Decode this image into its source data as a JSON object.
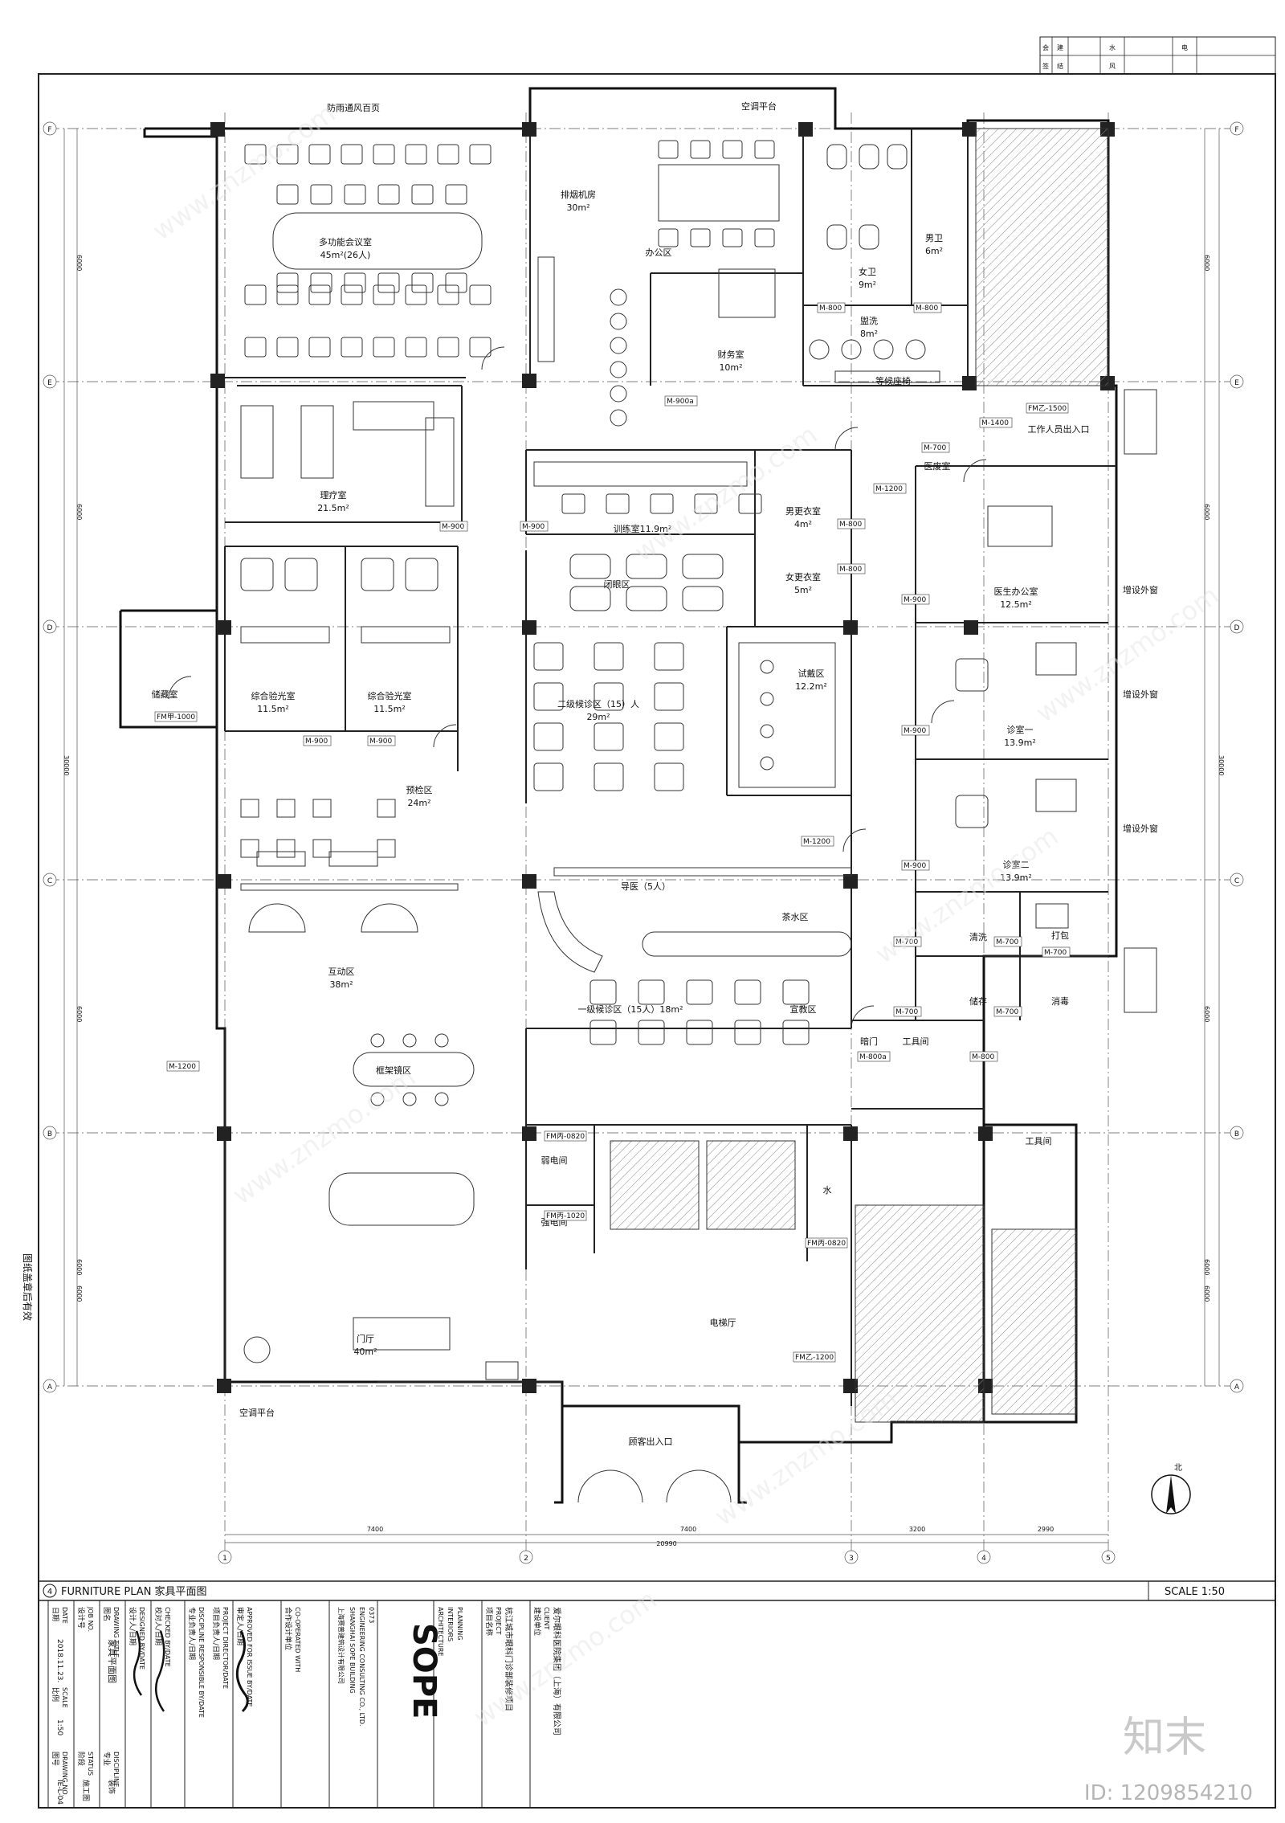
{
  "revision_box": {
    "row1": [
      "会",
      "建",
      "",
      "水",
      "",
      "电"
    ],
    "row2": [
      "签",
      "结",
      "",
      "风",
      "",
      ""
    ]
  },
  "grid": {
    "rows": [
      "F",
      "E",
      "D",
      "C",
      "B",
      "A"
    ],
    "cols": [
      "1",
      "2",
      "3",
      "4",
      "5"
    ],
    "row_dims": [
      "6000",
      "6000",
      "30000",
      "6000",
      "6000",
      "6000"
    ],
    "col_dims": [
      "7400",
      "7400",
      "3200",
      "2990"
    ],
    "total_width": "20990"
  },
  "rooms": [
    {
      "name": "防雨通风百页",
      "area": ""
    },
    {
      "name": "空调平台",
      "area": ""
    },
    {
      "name": "多功能会议室",
      "area": "45m²(26人)"
    },
    {
      "name": "排烟机房",
      "area": "30m²"
    },
    {
      "name": "办公区",
      "area": ""
    },
    {
      "name": "财务室",
      "area": "10m²"
    },
    {
      "name": "女卫",
      "area": "9m²"
    },
    {
      "name": "男卫",
      "area": "6m²"
    },
    {
      "name": "盥洗",
      "area": "8m²"
    },
    {
      "name": "等候座椅",
      "area": ""
    },
    {
      "name": "理疗室",
      "area": "21.5m²"
    },
    {
      "name": "工作人员出入口",
      "area": ""
    },
    {
      "name": "医废室",
      "area": ""
    },
    {
      "name": "训练室11.9m²",
      "area": ""
    },
    {
      "name": "男更衣室",
      "area": "4m²"
    },
    {
      "name": "女更衣室",
      "area": "5m²"
    },
    {
      "name": "医生办公室",
      "area": "12.5m²"
    },
    {
      "name": "增设外窗",
      "area": ""
    },
    {
      "name": "储藏室",
      "area": ""
    },
    {
      "name": "综合验光室",
      "area": "11.5m²"
    },
    {
      "name": "综合验光室",
      "area": "11.5m²"
    },
    {
      "name": "闭眼区",
      "area": ""
    },
    {
      "name": "试戴区",
      "area": "12.2m²"
    },
    {
      "name": "诊室一",
      "area": "13.9m²"
    },
    {
      "name": "二级候诊区（15）人",
      "area": "29m²"
    },
    {
      "name": "预检区",
      "area": "24m²"
    },
    {
      "name": "诊室二",
      "area": "13.9m²"
    },
    {
      "name": "导医（5人）",
      "area": ""
    },
    {
      "name": "茶水区",
      "area": ""
    },
    {
      "name": "清洗",
      "area": ""
    },
    {
      "name": "打包",
      "area": ""
    },
    {
      "name": "互动区",
      "area": "38m²"
    },
    {
      "name": "一级候诊区（15人）18m²",
      "area": ""
    },
    {
      "name": "宣教区",
      "area": ""
    },
    {
      "name": "储存",
      "area": ""
    },
    {
      "name": "消毒",
      "area": ""
    },
    {
      "name": "框架镜区",
      "area": ""
    },
    {
      "name": "暗门",
      "area": ""
    },
    {
      "name": "工具间",
      "area": ""
    },
    {
      "name": "弱电间",
      "area": ""
    },
    {
      "name": "强电间",
      "area": ""
    },
    {
      "name": "水",
      "area": ""
    },
    {
      "name": "工具间",
      "area": ""
    },
    {
      "name": "门厅",
      "area": "40m²"
    },
    {
      "name": "电梯厅",
      "area": ""
    },
    {
      "name": "空调平台",
      "area": ""
    },
    {
      "name": "顾客出入口",
      "area": ""
    },
    {
      "name": "增设外窗",
      "area": ""
    },
    {
      "name": "增设外窗",
      "area": ""
    }
  ],
  "door_tags": [
    "M-900a",
    "M-800",
    "M-800",
    "FM乙-1500",
    "M-1400",
    "M-700",
    "M-1200",
    "M-900",
    "M-900",
    "M-800",
    "M-800",
    "M-900",
    "M-900",
    "FM甲-1000",
    "M-900",
    "M-900",
    "M-1200",
    "M-900",
    "M-700",
    "M-700",
    "M-700",
    "M-700",
    "M-700",
    "M-800a",
    "M-800",
    "M-1200",
    "FM丙-0820",
    "FM丙-1020",
    "FM丙-0820",
    "FM乙-1200"
  ],
  "side_note": "图纸盖章后有效",
  "north_label": "北",
  "title_bar": {
    "index": "4",
    "title": "FURNITURE PLAN 家具平面图",
    "scale": "SCALE 1:50"
  },
  "title_block": {
    "date_label": "日期",
    "date_en": "DATE",
    "date": "2018.11.23.",
    "scale_label": "比例",
    "scale_en": "SCALE",
    "scale": "1:50",
    "job_label": "设计号",
    "job_en": "JOB NO.",
    "drawing_title_label": "图名",
    "drawing_title_en": "DRAWING TITLE",
    "drawing_title": "家具平面图",
    "designed_label": "设计人/日期",
    "designed_en": "DESIGNED BY/DATE",
    "checked_label": "校对人/日期",
    "checked_en": "CHECKED BY/DATE",
    "discipline_label": "专业负责人/日期",
    "discipline_en": "DISCIPLINE RESPONSIBLE BY/DATE",
    "director_label": "项目负责人/日期",
    "director_en": "PROJECT DIRECTOR/DATE",
    "approved_label": "审定人/日期",
    "approved_en": "APPROVED FOR ISSUE BY/DATE",
    "coop_label": "合作设计单位",
    "coop_en": "CO-OPERATED WITH",
    "firm_cn": "上海赛普建筑设计有限公司",
    "firm_en1": "SHANGHAI SOPE BUILDING",
    "firm_en2": "ENGINEERING CONSULTING CO., LTD.",
    "firm_sub": "ARCHITECTURE\nINTERIORS\nPLANNING",
    "cert": "0373",
    "project_label": "项目名称",
    "project_en": "PROJECT",
    "project": "杭江城市眼科门诊部装修项目",
    "client_label": "建设单位",
    "client_en": "CLIENT",
    "client": "爱尔眼科医院集团（上海）有限公司",
    "drawing_no_label": "图号",
    "drawing_no_en": "DRAWING NO.",
    "drawing_no": "IE-L-04",
    "status_label": "阶段",
    "status_en": "STATUS",
    "status": "施工图",
    "discipline2_label": "专业",
    "discipline2_en": "DISCIPLINE",
    "discipline2": "装饰"
  },
  "watermark": {
    "brand": "知末",
    "id": "ID: 1209854210",
    "site": "www.znzmo.com"
  }
}
